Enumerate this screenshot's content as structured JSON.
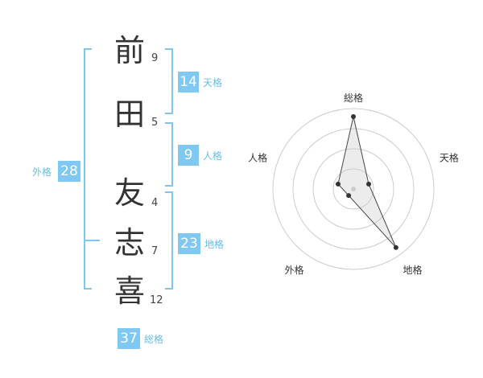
{
  "name_chars": [
    {
      "char": "前",
      "strokes": "9"
    },
    {
      "char": "田",
      "strokes": "5"
    },
    {
      "char": "友",
      "strokes": "4"
    },
    {
      "char": "志",
      "strokes": "7"
    },
    {
      "char": "喜",
      "strokes": "12"
    }
  ],
  "kakusu": {
    "tenkaku": {
      "value": "14",
      "label": "天格"
    },
    "jinkaku": {
      "value": "9",
      "label": "人格"
    },
    "chikaku": {
      "value": "23",
      "label": "地格"
    },
    "gaikaku": {
      "value": "28",
      "label": "外格"
    },
    "soukaku": {
      "value": "37",
      "label": "総格"
    }
  },
  "chart_data": {
    "type": "radar",
    "axes": [
      "総格",
      "天格",
      "地格",
      "外格",
      "人格"
    ],
    "values": [
      4.5,
      1.0,
      4.5,
      0.5,
      1.0
    ],
    "max": 5,
    "rings": 4
  },
  "colors": {
    "accent": "#7ec8f2",
    "bracket": "#80c7ee",
    "label": "#66bde8"
  }
}
